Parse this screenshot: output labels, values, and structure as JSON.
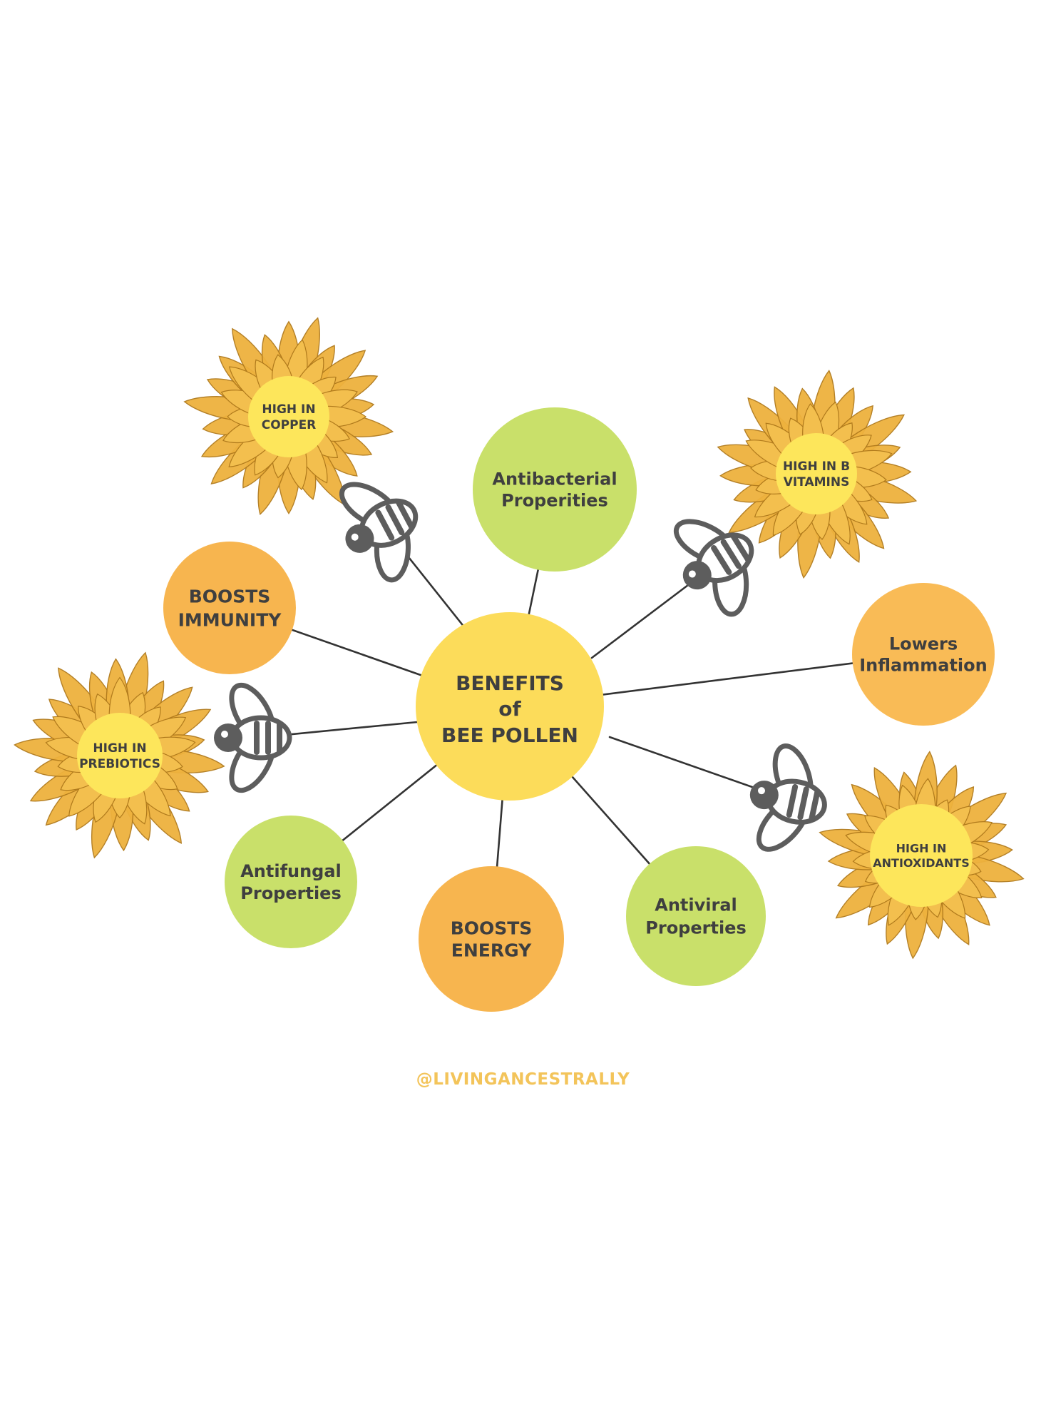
{
  "center": {
    "line1": "BENEFITS",
    "line2": "of",
    "line3": "BEE POLLEN"
  },
  "nodes": [
    {
      "id": "antibacterial",
      "color": "#c9e06a",
      "lines": [
        "Antibacterial",
        "Properities"
      ]
    },
    {
      "id": "boosts-immunity",
      "color": "#f7b54f",
      "lines": [
        "BOOSTS",
        "IMMUNITY"
      ]
    },
    {
      "id": "lowers-inflammation",
      "color": "#f9bb56",
      "lines": [
        "Lowers",
        "Inflammation"
      ]
    },
    {
      "id": "antifungal",
      "color": "#c9e06a",
      "lines": [
        "Antifungal",
        "Properties"
      ]
    },
    {
      "id": "boosts-energy",
      "color": "#f7b54f",
      "lines": [
        "BOOSTS",
        "ENERGY"
      ]
    },
    {
      "id": "antiviral",
      "color": "#c9e06a",
      "lines": [
        "Antiviral",
        "Properties"
      ]
    }
  ],
  "sunflowers": [
    {
      "id": "copper",
      "lines": [
        "HIGH IN",
        "COPPER"
      ]
    },
    {
      "id": "b-vitamins",
      "lines": [
        "HIGH IN B",
        "VITAMINS"
      ]
    },
    {
      "id": "prebiotics",
      "lines": [
        "HIGH IN",
        "PREBIOTICS"
      ]
    },
    {
      "id": "antioxidants",
      "lines": [
        "HIGH IN",
        "ANTIOXIDANTS"
      ]
    }
  ],
  "colors": {
    "center_fill": "#fcdc5a",
    "petal_fill": "#eeb23e",
    "petal_edge": "#b07a1c",
    "flower_center": "#fde65b",
    "bee_gray": "#5d5d5d",
    "text": "#3f3f3f",
    "footer": "#f3c45a"
  },
  "footer": {
    "handle": "@LIVINGANCESTRALLY"
  }
}
